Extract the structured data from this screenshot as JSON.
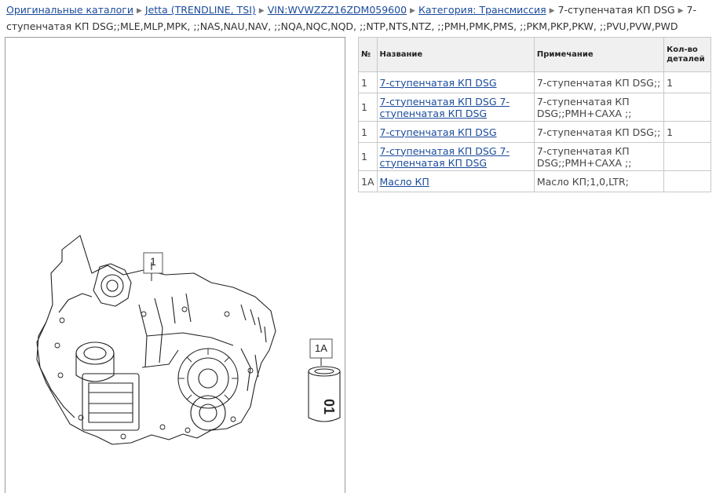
{
  "breadcrumb": {
    "items": [
      {
        "label": "Оригинальные каталоги"
      },
      {
        "label": "Jetta (TRENDLINE, TSI)"
      },
      {
        "label": "VIN:WVWZZZ16ZDM059600"
      },
      {
        "label": "Категория: Трансмиссия"
      }
    ],
    "current_1": "7-ступенчатая КП DSG",
    "current_2": "7-ступенчатая КП DSG;;MLE,MLP,MPK, ;;NAS,NAU,NAV, ;;NQA,NQC,NQD, ;;NTP,NTS,NTZ, ;;PMH,PMK,PMS, ;;PKM,PKP,PKW, ;;PVU,PVW,PWD",
    "separator_icon": "triangle-right"
  },
  "diagram": {
    "callout_main": "1",
    "callout_oil": "1A",
    "oil_can_mark": "01"
  },
  "table": {
    "headers": {
      "num": "№",
      "name": "Название",
      "note": "Примечание",
      "qty": "Кол-во деталей"
    },
    "rows": [
      {
        "num": "1",
        "name": "7-ступенчатая КП DSG",
        "note": "7-ступенчатая КП DSG;;",
        "qty": "1"
      },
      {
        "num": "1",
        "name": "7-ступенчатая КП DSG 7-ступенчатая КП DSG",
        "note": "7-ступенчатая КП DSG;;PMH+CAXA ;;",
        "qty": ""
      },
      {
        "num": "1",
        "name": "7-ступенчатая КП DSG",
        "note": "7-ступенчатая КП DSG;;",
        "qty": "1"
      },
      {
        "num": "1",
        "name": "7-ступенчатая КП DSG 7-ступенчатая КП DSG",
        "note": "7-ступенчатая КП DSG;;PMH+CAXA ;;",
        "qty": ""
      },
      {
        "num": "1A",
        "name": "Масло КП",
        "note": "Масло КП;1,0,LTR;",
        "qty": ""
      }
    ]
  },
  "colors": {
    "link": "#1a4b9b",
    "header_bg": "#f0f0f0",
    "border": "#c8c8c8"
  }
}
